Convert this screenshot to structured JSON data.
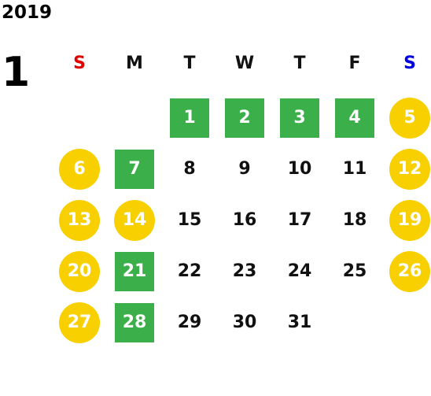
{
  "calendar": {
    "year": "2019",
    "month": "1",
    "weekdays": [
      {
        "label": "S",
        "color": "#e00000"
      },
      {
        "label": "M",
        "color": "#111111"
      },
      {
        "label": "T",
        "color": "#111111"
      },
      {
        "label": "W",
        "color": "#111111"
      },
      {
        "label": "T",
        "color": "#111111"
      },
      {
        "label": "F",
        "color": "#111111"
      },
      {
        "label": "S",
        "color": "#0000e0"
      }
    ],
    "colors": {
      "weekday_highlight": "#3bb04a",
      "holiday_highlight": "#f8d000",
      "highlight_text": "#ffffff",
      "normal_text": "#111111"
    },
    "weeks": [
      [
        null,
        null,
        {
          "day": "1",
          "mark": "square"
        },
        {
          "day": "2",
          "mark": "square"
        },
        {
          "day": "3",
          "mark": "square"
        },
        {
          "day": "4",
          "mark": "square"
        },
        {
          "day": "5",
          "mark": "circle"
        }
      ],
      [
        {
          "day": "6",
          "mark": "circle"
        },
        {
          "day": "7",
          "mark": "square"
        },
        {
          "day": "8"
        },
        {
          "day": "9"
        },
        {
          "day": "10"
        },
        {
          "day": "11"
        },
        {
          "day": "12",
          "mark": "circle"
        }
      ],
      [
        {
          "day": "13",
          "mark": "circle"
        },
        {
          "day": "14",
          "mark": "circle"
        },
        {
          "day": "15"
        },
        {
          "day": "16"
        },
        {
          "day": "17"
        },
        {
          "day": "18"
        },
        {
          "day": "19",
          "mark": "circle"
        }
      ],
      [
        {
          "day": "20",
          "mark": "circle"
        },
        {
          "day": "21",
          "mark": "square"
        },
        {
          "day": "22"
        },
        {
          "day": "23"
        },
        {
          "day": "24"
        },
        {
          "day": "25"
        },
        {
          "day": "26",
          "mark": "circle"
        }
      ],
      [
        {
          "day": "27",
          "mark": "circle"
        },
        {
          "day": "28",
          "mark": "square"
        },
        {
          "day": "29"
        },
        {
          "day": "30"
        },
        {
          "day": "31"
        },
        null,
        null
      ]
    ]
  }
}
